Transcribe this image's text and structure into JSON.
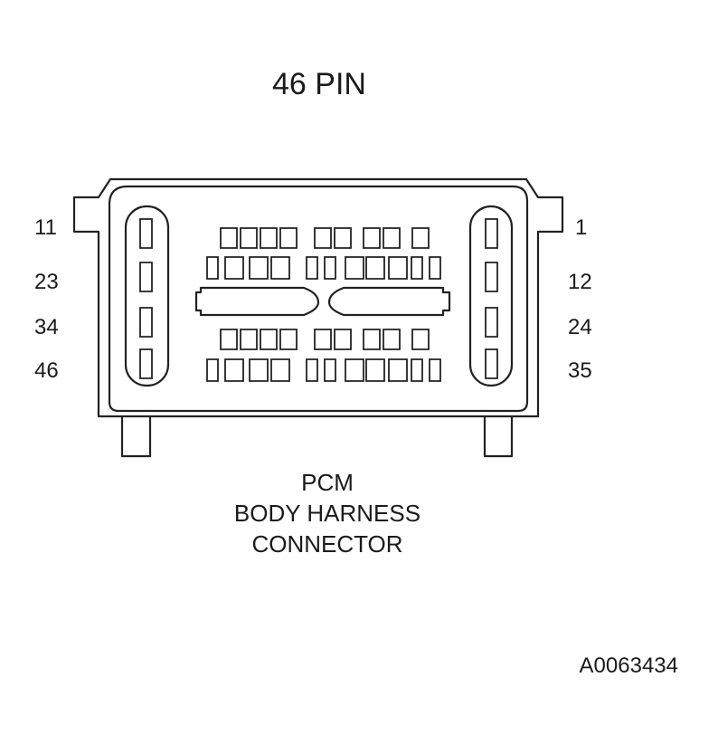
{
  "title": "46 PIN",
  "pin_labels": {
    "left": [
      "11",
      "23",
      "34",
      "46"
    ],
    "right": [
      "1",
      "12",
      "24",
      "35"
    ]
  },
  "caption": {
    "line1": "PCM",
    "line2": "BODY HARNESS",
    "line3": "CONNECTOR"
  },
  "figure_id": "A0063434",
  "colors": {
    "stroke": "#222222",
    "background": "#ffffff"
  }
}
